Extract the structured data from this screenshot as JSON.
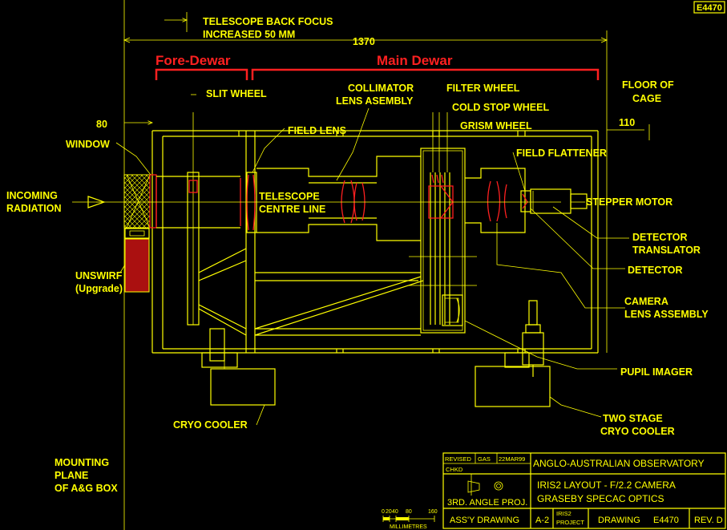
{
  "drawing_id": "E4470",
  "dims": {
    "back_focus_line1": "TELESCOPE BACK FOCUS",
    "back_focus_line2": "INCREASED 50 MM",
    "overall_length": "1370",
    "left_offset": "80",
    "right_offset": "110"
  },
  "sections": {
    "fore_dewar": "Fore-Dewar",
    "main_dewar": "Main Dewar"
  },
  "labels": {
    "slit_wheel": "SLIT WHEEL",
    "collimator_1": "COLLIMATOR",
    "collimator_2": "LENS ASEMBLY",
    "filter_wheel": "FILTER WHEEL",
    "cold_stop_wheel": "COLD STOP WHEEL",
    "grism_wheel": "GRISM WHEEL",
    "floor_1": "FLOOR OF",
    "floor_2": "CAGE",
    "window": "WINDOW",
    "field_lens": "FIELD LENS",
    "field_flattener": "FIELD FLATTENER",
    "incoming_1": "INCOMING",
    "incoming_2": "RADIATION",
    "centre_1": "TELESCOPE",
    "centre_2": "CENTRE LINE",
    "stepper_motor": "STEPPER MOTOR",
    "detector_translator_1": "DETECTOR",
    "detector_translator_2": "TRANSLATOR",
    "detector": "DETECTOR",
    "unswirf_1": "UNSWIRF",
    "unswirf_2": "(Upgrade)",
    "camera_lens_1": "CAMERA",
    "camera_lens_2": "LENS ASSEMBLY",
    "pupil_imager": "PUPIL IMAGER",
    "two_stage_1": "TWO STAGE",
    "two_stage_2": "CRYO COOLER",
    "cryo_cooler": "CRYO COOLER",
    "mounting_1": "MOUNTING",
    "mounting_2": "PLANE",
    "mounting_3": "OF A&G BOX"
  },
  "scale_bar": {
    "ticks": [
      "0",
      "20",
      "40",
      "80",
      "160"
    ],
    "units": "MILLIMETRES"
  },
  "title_block": {
    "revised": "REVISED",
    "revised_by": "GAS",
    "revised_date": "22MAR99",
    "chkd": "CHKD",
    "organisation": "ANGLO-AUSTRALIAN OBSERVATORY",
    "title_line1": "IRIS2 LAYOUT - F/2.2 CAMERA",
    "title_line2": "GRASEBY SPECAC OPTICS",
    "projection": "3RD. ANGLE PROJ.",
    "drawing_type": "ASS'Y DRAWING",
    "sheet_size": "A-2",
    "project_line1": "IRIS2",
    "project_line2": "PROJECT",
    "drawing_label": "DRAWING",
    "drawing_number": "E4470",
    "revision": "REV. D"
  },
  "colors": {
    "background": "#000000",
    "line": "#ffff00",
    "highlight": "#ff2020",
    "unswirf_fill": "#aa1010"
  }
}
